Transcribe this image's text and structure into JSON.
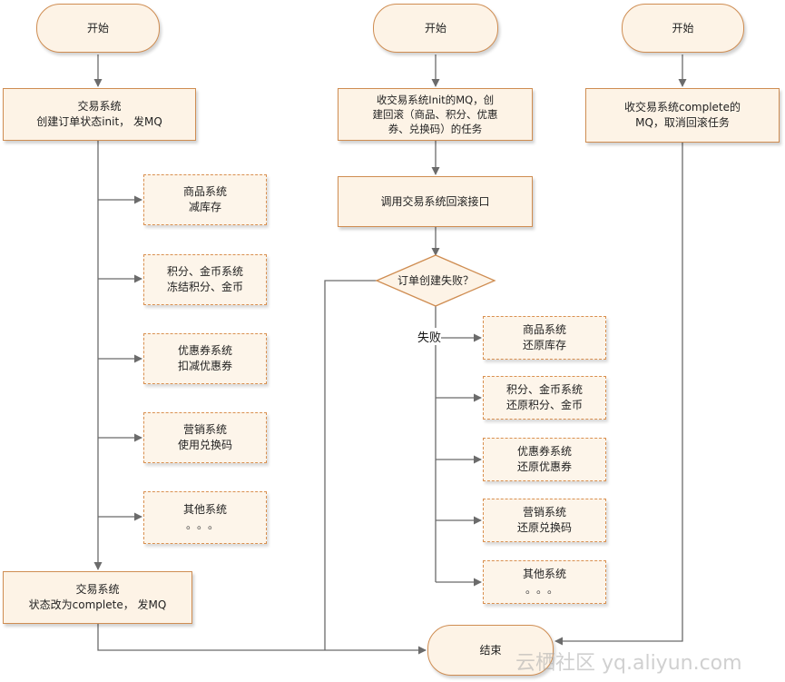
{
  "start_labels": [
    "开始",
    "开始",
    "开始"
  ],
  "left": {
    "create_order": [
      "交易系统",
      "创建订单状态init，  发MQ"
    ],
    "sub_tasks": [
      [
        "商品系统",
        "减库存"
      ],
      [
        "积分、金币系统",
        "冻结积分、金币"
      ],
      [
        "优惠券系统",
        "扣减优惠券"
      ],
      [
        "营销系统",
        "使用兑换码"
      ],
      [
        "其他系统",
        "。。。"
      ]
    ],
    "complete": [
      "交易系统",
      "状态改为complete，  发MQ"
    ]
  },
  "middle": {
    "receive_init": [
      "收交易系统Init的MQ，创",
      "建回滚（商品、积分、优惠",
      "券、兑换码）的任务"
    ],
    "call_rollback": "调用交易系统回滚接口",
    "decision": "订单创建失败？",
    "fail_label": "失败",
    "restore_tasks": [
      [
        "商品系统",
        "还原库存"
      ],
      [
        "积分、金币系统",
        "还原积分、金币"
      ],
      [
        "优惠券系统",
        "还原优惠券"
      ],
      [
        "营销系统",
        "还原兑换码"
      ],
      [
        "其他系统",
        "。。。"
      ]
    ]
  },
  "right": {
    "receive_complete": [
      "收交易系统complete的",
      "MQ，取消回滚任务"
    ]
  },
  "end_label": "结束",
  "watermark": "云栖社区 yq.aliyun.com"
}
